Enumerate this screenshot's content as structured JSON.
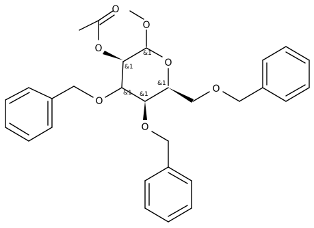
{
  "molecule": {
    "atom_labels": {
      "o_carbonyl": "O",
      "o_acetyl_ester": "O",
      "o_methoxy": "O",
      "o_ring": "O",
      "o_benzyloxy_c3": "O",
      "o_benzyloxy_c4": "O",
      "o_benzyloxy_c6": "O"
    },
    "stereo_labels": {
      "c1": "&1",
      "c2": "&1",
      "c3": "&1",
      "c4": "&1",
      "c5": "&1"
    }
  }
}
